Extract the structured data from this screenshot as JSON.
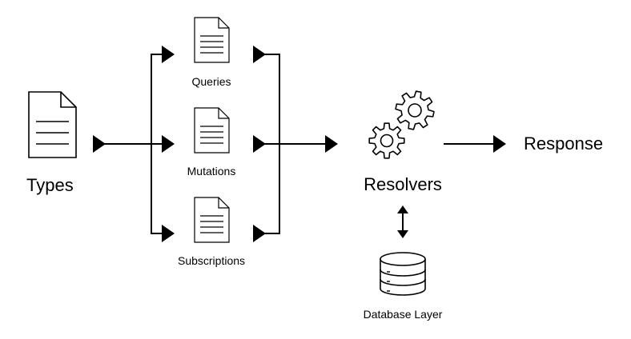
{
  "nodes": {
    "types": "Types",
    "queries": "Queries",
    "mutations": "Mutations",
    "subscriptions": "Subscriptions",
    "resolvers": "Resolvers",
    "response": "Response",
    "database": "Database Layer"
  },
  "icons": {
    "types": "document-icon",
    "queries": "document-icon",
    "mutations": "document-icon",
    "subscriptions": "document-icon",
    "resolvers": "gears-icon",
    "database": "database-icon"
  },
  "colors": {
    "ink": "#000000",
    "background": "#ffffff"
  }
}
